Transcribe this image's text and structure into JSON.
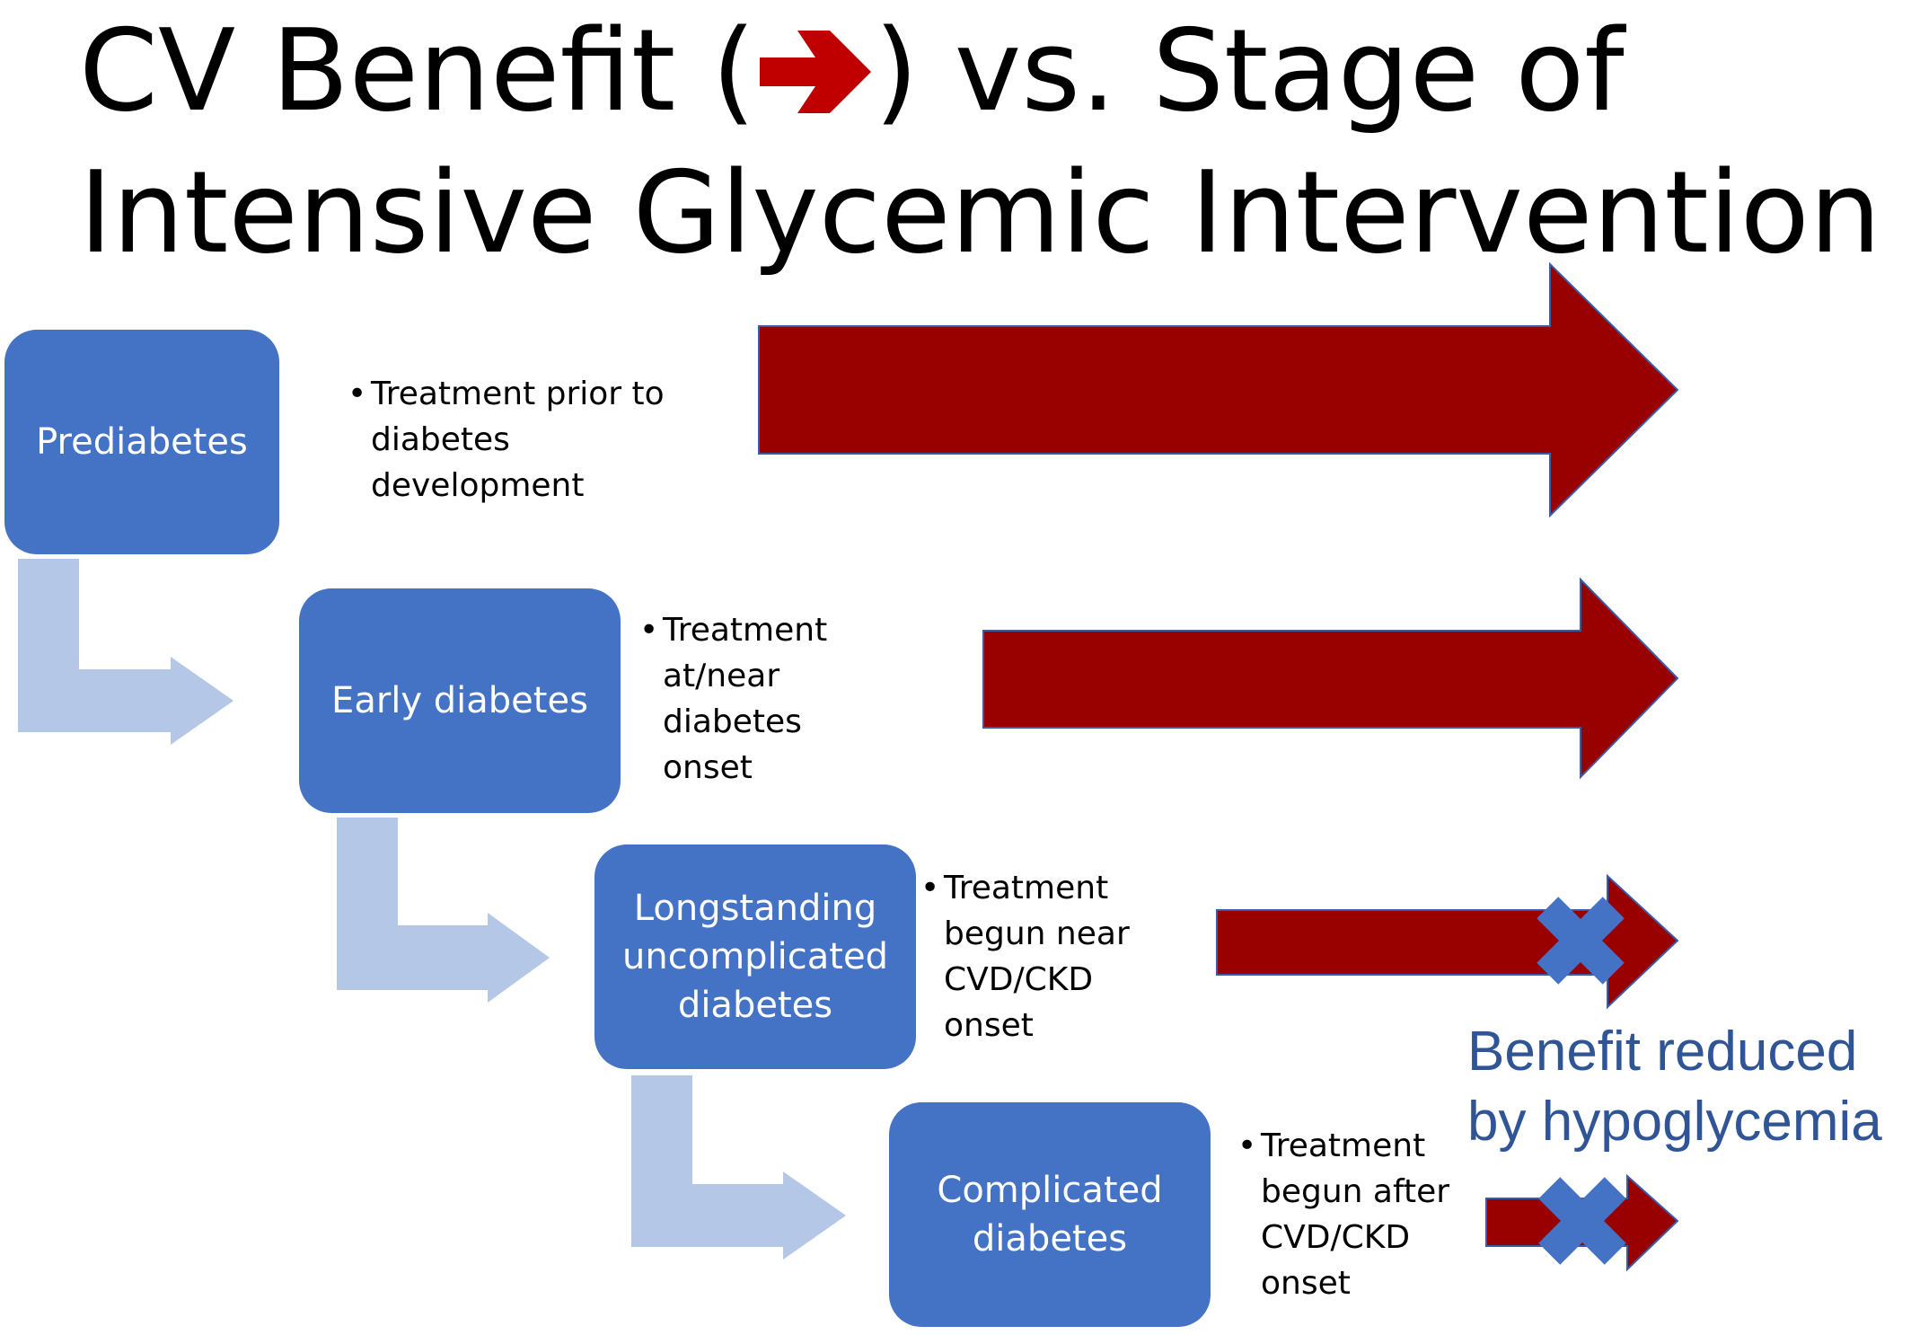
{
  "slide": {
    "title_before_icon": "CV Benefit (",
    "title_icon": "red-arrow-icon",
    "title_after_icon": ") vs. Stage of",
    "title_line2": "Intensive Glycemic Intervention"
  },
  "colors": {
    "stage_box": "#4472c4",
    "connector": "#b4c7e7",
    "benefit_arrow": "#990000",
    "cross": "#4472c4",
    "note_text": "#2f5597"
  },
  "stages": [
    {
      "label": "Prediabetes",
      "description": "Treatment prior to\ndiabetes\ndevelopment",
      "benefit_level": "largest",
      "reduced_by_hypoglycemia": false
    },
    {
      "label": "Early diabetes",
      "description": "Treatment\nat/near\ndiabetes\nonset",
      "benefit_level": "large",
      "reduced_by_hypoglycemia": false
    },
    {
      "label": "Longstanding\nuncomplicated\ndiabetes",
      "description": "Treatment\nbegun near\nCVD/CKD\nonset",
      "benefit_level": "small",
      "reduced_by_hypoglycemia": true
    },
    {
      "label": "Complicated\ndiabetes",
      "description": "Treatment\nbegun after\nCVD/CKD\nonset",
      "benefit_level": "smallest",
      "reduced_by_hypoglycemia": true
    }
  ],
  "note": "Benefit reduced\nby hypoglycemia",
  "bullet": "•"
}
